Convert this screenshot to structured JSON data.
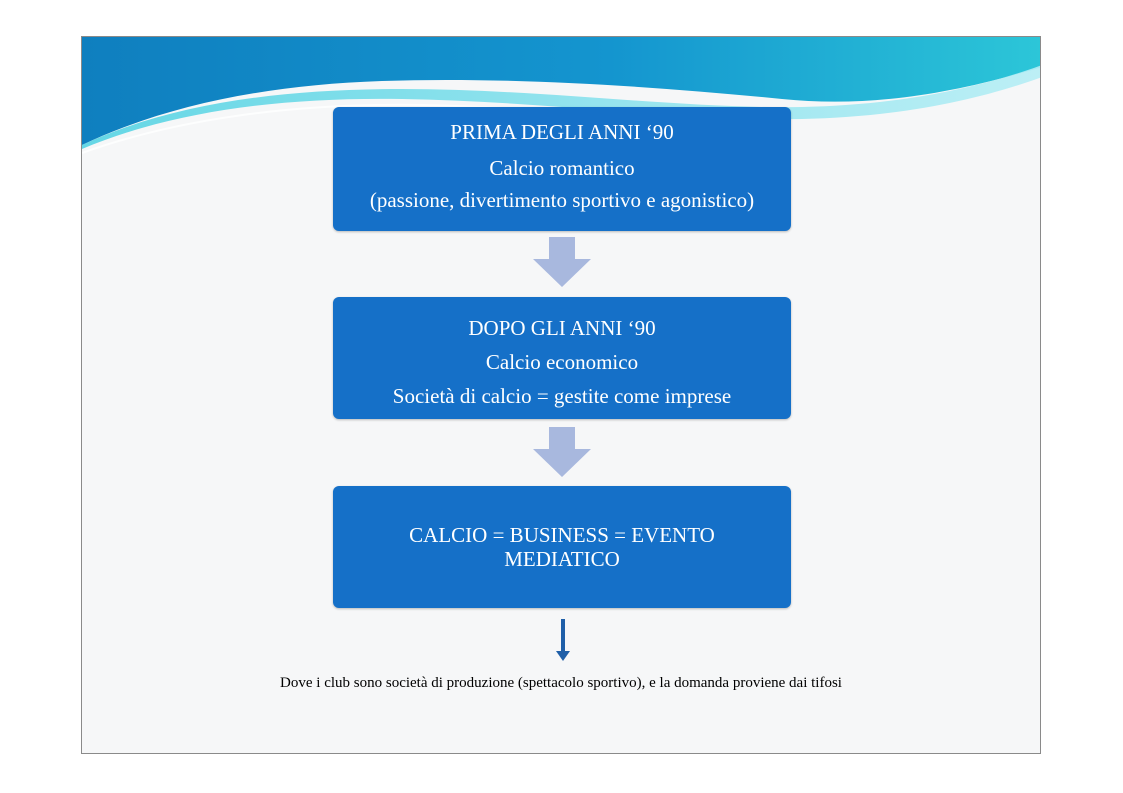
{
  "diagram": {
    "nodes": [
      {
        "id": "prima",
        "lines": [
          "PRIMA DEGLI ANNI ‘90",
          "Calcio romantico",
          "(passione, divertimento sportivo e agonistico)"
        ]
      },
      {
        "id": "dopo",
        "lines": [
          "DOPO GLI ANNI ‘90",
          "Calcio economico",
          "Società di calcio = gestite come imprese"
        ]
      },
      {
        "id": "business",
        "lines": [
          "CALCIO = BUSINESS = EVENTO",
          "MEDIATICO"
        ]
      }
    ],
    "edges": [
      {
        "from": "prima",
        "to": "dopo"
      },
      {
        "from": "dopo",
        "to": "business"
      },
      {
        "from": "business",
        "to": "footnote"
      }
    ],
    "footnote": "Dove i club sono società di produzione (spettacolo sportivo), e la domanda proviene dai tifosi"
  },
  "colors": {
    "box_fill": "#1570c8",
    "arrow_fill": "#a8b8de",
    "small_arrow": "#1f5fa8",
    "wave_dark": "#1489c4",
    "wave_light": "#2bc3d8"
  }
}
